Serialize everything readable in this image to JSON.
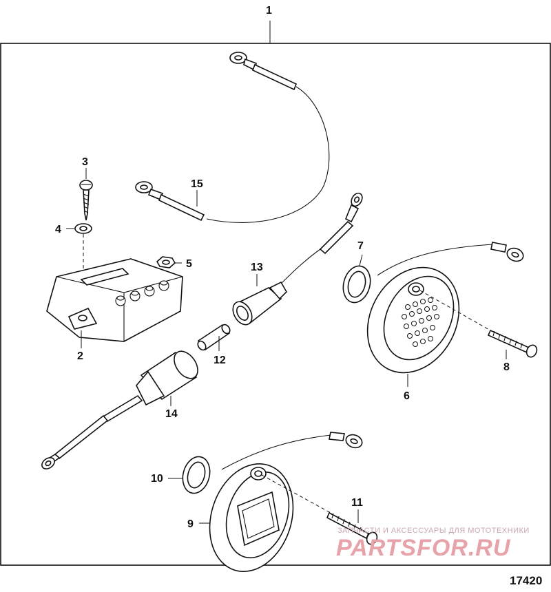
{
  "callouts": [
    {
      "id": "1",
      "label": "1"
    },
    {
      "id": "2",
      "label": "2"
    },
    {
      "id": "3",
      "label": "3"
    },
    {
      "id": "4",
      "label": "4"
    },
    {
      "id": "5",
      "label": "5"
    },
    {
      "id": "6",
      "label": "6"
    },
    {
      "id": "7",
      "label": "7"
    },
    {
      "id": "8",
      "label": "8"
    },
    {
      "id": "9",
      "label": "9"
    },
    {
      "id": "10",
      "label": "10"
    },
    {
      "id": "11",
      "label": "11"
    },
    {
      "id": "12",
      "label": "12"
    },
    {
      "id": "13",
      "label": "13"
    },
    {
      "id": "14",
      "label": "14"
    },
    {
      "id": "15",
      "label": "15"
    }
  ],
  "figure_number": "17420",
  "watermark": {
    "tagline": "ЗАПЧАСТИ И АКСЕССУАРЫ ДЛЯ МОТОТЕХНИКИ",
    "brand": "PARTSFOR.RU",
    "color": "#e7a3a9"
  }
}
